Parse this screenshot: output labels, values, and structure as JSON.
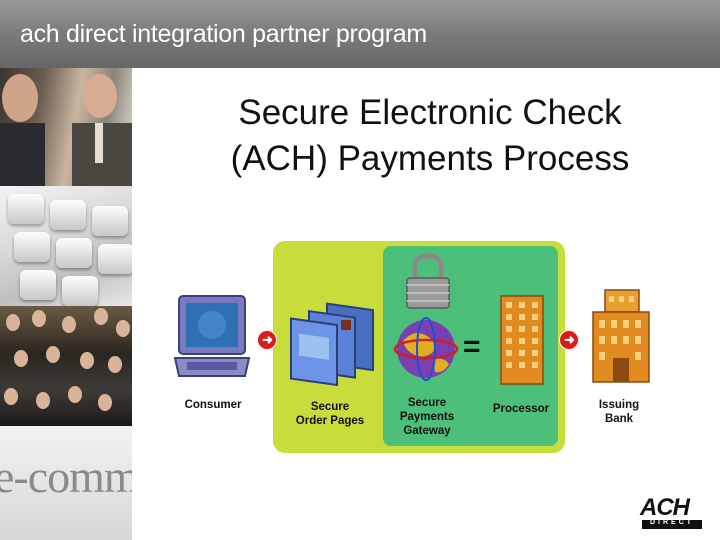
{
  "header": {
    "title": "ach direct integration partner program"
  },
  "slide": {
    "title_line1": "Secure Electronic Check",
    "title_line2": "(ACH) Payments Process"
  },
  "sidebar": {
    "ecomm_text": "e-comm"
  },
  "diagram": {
    "consumer": "Consumer",
    "order_pages_line1": "Secure",
    "order_pages_line2": "Order Pages",
    "gateway_line1": "Secure",
    "gateway_line2": "Payments",
    "gateway_line3": "Gateway",
    "processor": "Processor",
    "bank_line1": "Issuing",
    "bank_line2": "Bank",
    "equals": "="
  },
  "logo": {
    "main": "ACH",
    "sub": "DIRECT"
  },
  "colors": {
    "header": "#7d7d7d",
    "outer_green": "#c8dc3c",
    "inner_green": "#4cc07a",
    "arrow": "#d81c1c"
  },
  "icons": [
    "laptop-icon",
    "order-pages-icon",
    "padlock-icon",
    "globe-icon",
    "processor-building-icon",
    "bank-building-icon",
    "arrow-right-icon"
  ]
}
